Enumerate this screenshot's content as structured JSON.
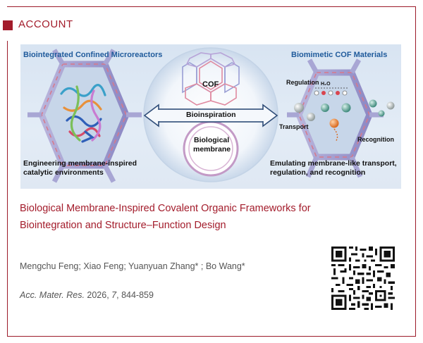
{
  "header": {
    "section_label": "ACCOUNT"
  },
  "abstract": {
    "left_heading": "Biointegrated Confined Microreactors",
    "right_heading": "Biomimetic COF Materials",
    "cof_label": "COF",
    "center_arrow_label": "Bioinspiration",
    "biomembrane_label_1": "Biological",
    "biomembrane_label_2": "membrane",
    "left_caption": "Engineering membrane-inspired catalytic environments",
    "right_caption": "Emulating membrane-like transport, regulation, and recognition",
    "regulation_label": "Regulation",
    "water_label": "H₂O",
    "transport_label": "Transport",
    "recognition_label": "Recognition",
    "colors": {
      "heading_blue": "#1f5a9b",
      "framework_lilac": "#a8a6d4",
      "framework_red": "#d8788a"
    }
  },
  "article": {
    "title": "Biological Membrane-Inspired Covalent Organic Frameworks for Biointegration and Structure–Function Design",
    "authors": "Mengchu Feng; Xiao Feng; Yuanyuan Zhang* ; Bo Wang*",
    "journal": "Acc. Mater. Res.",
    "year": "2026",
    "volume": "7",
    "pages": "844-859"
  },
  "brand_color": "#a31c2b"
}
